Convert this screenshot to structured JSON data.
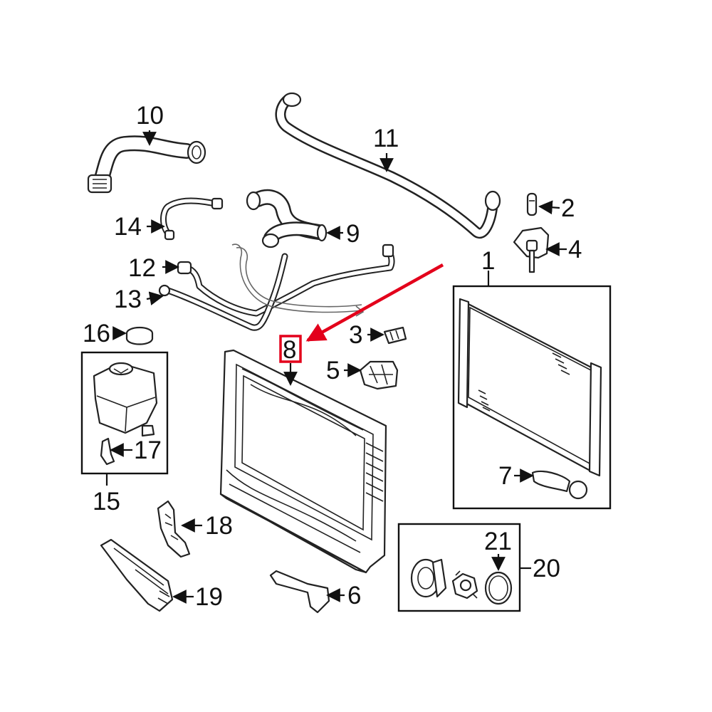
{
  "diagram": {
    "callouts": [
      {
        "id": "1",
        "text": "1"
      },
      {
        "id": "2",
        "text": "2"
      },
      {
        "id": "3",
        "text": "3"
      },
      {
        "id": "4",
        "text": "4"
      },
      {
        "id": "5",
        "text": "5"
      },
      {
        "id": "6",
        "text": "6"
      },
      {
        "id": "7",
        "text": "7"
      },
      {
        "id": "8",
        "text": "8"
      },
      {
        "id": "9",
        "text": "9"
      },
      {
        "id": "10",
        "text": "10"
      },
      {
        "id": "11",
        "text": "11"
      },
      {
        "id": "12",
        "text": "12"
      },
      {
        "id": "13",
        "text": "13"
      },
      {
        "id": "14",
        "text": "14"
      },
      {
        "id": "15",
        "text": "15"
      },
      {
        "id": "16",
        "text": "16"
      },
      {
        "id": "17",
        "text": "17"
      },
      {
        "id": "18",
        "text": "18"
      },
      {
        "id": "19",
        "text": "19"
      },
      {
        "id": "20",
        "text": "20"
      },
      {
        "id": "21",
        "text": "21"
      }
    ],
    "highlighted_part": "8",
    "colors": {
      "ink": "#111111",
      "highlight": "#e3001b",
      "background": "#ffffff"
    }
  }
}
